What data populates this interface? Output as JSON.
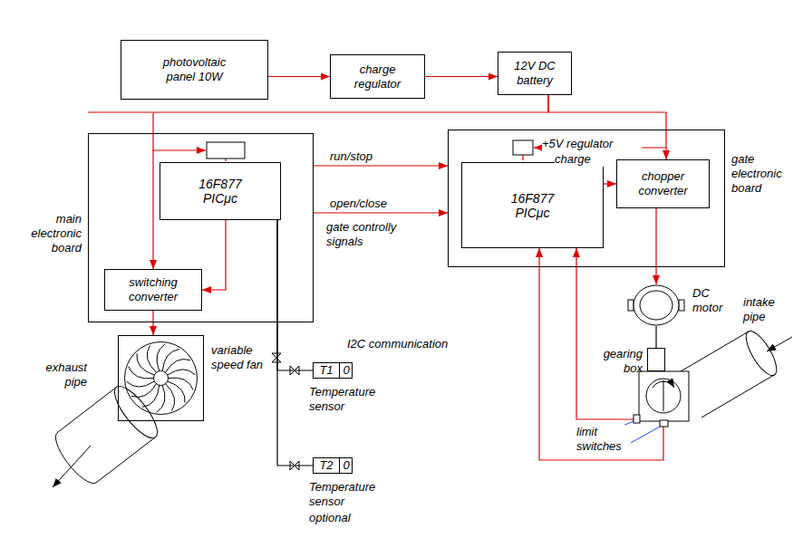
{
  "diagram": {
    "nodes": [
      {
        "text": [
          "photovoltaic panel 10W"
        ]
      },
      {
        "text": [
          "charge regulator"
        ]
      },
      {
        "text": [
          "12V DC battery"
        ]
      },
      {
        "text": [
          "main electronic board"
        ]
      },
      {
        "text": [
          "16F877 PICμc"
        ],
        "in": 3
      },
      {
        "text": [
          "switching converter"
        ],
        "in": 3
      },
      {
        "text": [
          "gate electronic board"
        ]
      },
      {
        "text": [
          "16F877 PICμc"
        ],
        "in": 6
      },
      {
        "text": [
          "chopper converter"
        ],
        "in": 6
      },
      {
        "text": [
          "DC motor"
        ]
      },
      {
        "text": [
          "gearing box"
        ]
      },
      {
        "text": [
          "variable speed fan"
        ]
      },
      {
        "text": [
          "T1",
          "0",
          "Temperature sensor"
        ]
      },
      {
        "text": [
          "T2",
          "0",
          "Temperature sensor",
          "optional"
        ]
      }
    ],
    "edges": [
      {
        "from": 0,
        "to": 1,
        "arrow": "to"
      },
      {
        "from": 1,
        "to": 2,
        "arrow": "to"
      },
      {
        "from": 2,
        "to": 5,
        "arrow": "to"
      },
      {
        "from": 2,
        "to": 8,
        "arrow": "to"
      },
      {
        "from": 4,
        "to": 5,
        "arrow": "to"
      },
      {
        "from": 3,
        "to": 6,
        "label": "run/stop",
        "arrow": "to"
      },
      {
        "from": 3,
        "to": 6,
        "label": "open/close",
        "arrow": "to"
      },
      {
        "from": 7,
        "to": 8,
        "arrow": "to"
      },
      {
        "from": 8,
        "to": 9,
        "arrow": "to"
      },
      {
        "from": 9,
        "to": 10,
        "arrow": "none"
      },
      {
        "from": 5,
        "to": 11,
        "arrow": "to"
      },
      {
        "from": 4,
        "to": 12,
        "arrow": "none"
      },
      {
        "from": 4,
        "to": 13,
        "arrow": "none"
      }
    ],
    "labels": [
      "+5V regulator",
      "charge",
      "gate controlly signals",
      "I2C communication",
      "exhaust pipe",
      "intake pipe",
      "limit switches"
    ]
  }
}
